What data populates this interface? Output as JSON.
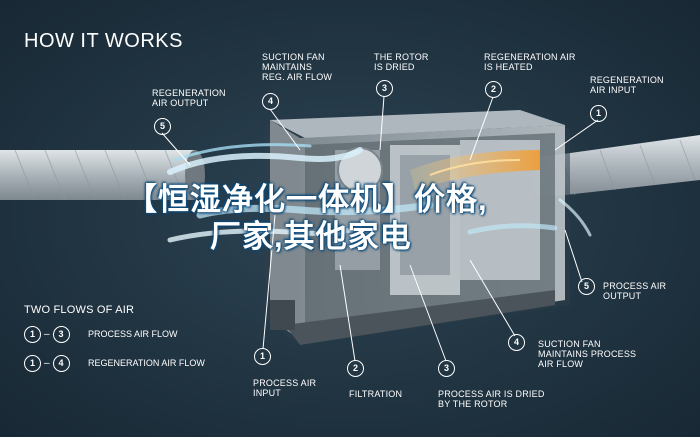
{
  "header": {
    "title": "HOW IT WORKS"
  },
  "banner": {
    "line1": "【恒湿净化一体机】价格,",
    "line2": "厂家,其他家电"
  },
  "labels": {
    "regen_output": {
      "num": "5",
      "text": "REGENERATION\nAIR OUTPUT"
    },
    "suction_regen": {
      "num": "4",
      "text": "SUCTION FAN\nMAINTAINS\nREG. AIR FLOW"
    },
    "rotor_dried": {
      "num": "3",
      "text": "THE ROTOR\nIS DRIED"
    },
    "regen_heated": {
      "num": "2",
      "text": "REGENERATION AIR\nIS HEATED"
    },
    "regen_input": {
      "num": "1",
      "text": "REGENERATION\nAIR INPUT"
    },
    "process_output": {
      "num": "5",
      "text": "PROCESS AIR\nOUTPUT"
    },
    "suction_process": {
      "num": "4",
      "text": "SUCTION FAN\nMAINTAINS PROCESS\nAIR FLOW"
    },
    "process_input": {
      "num": "1",
      "text": "PROCESS AIR\nINPUT"
    },
    "filtration": {
      "num": "2",
      "text": "FILTRATION"
    },
    "process_dried": {
      "num": "3",
      "text": "PROCESS AIR IS DRIED\nBY THE ROTOR"
    }
  },
  "legend": {
    "title": "TWO FLOWS OF AIR",
    "rows": [
      {
        "from": "1",
        "to": "3",
        "label": "PROCESS AIR FLOW"
      },
      {
        "from": "1",
        "to": "4",
        "label": "REGENERATION AIR FLOW"
      }
    ]
  },
  "colors": {
    "background": "#233745",
    "unit_body": "#c9d0d4",
    "duct": "#b9c1c6",
    "hot_flow": "#f2b24a",
    "cool_flow": "#bfe6f7",
    "banner_glow": "#0a4a7a"
  }
}
